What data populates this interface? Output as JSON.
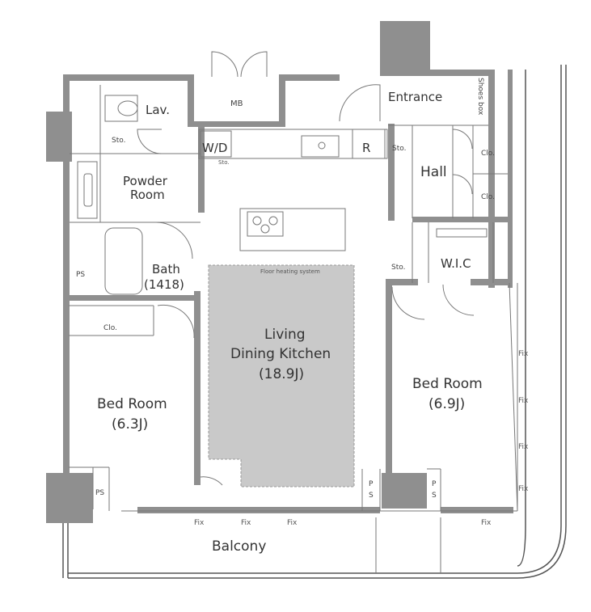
{
  "rooms": {
    "lav": "Lav.",
    "mb": "MB",
    "entrance": "Entrance",
    "shoes_box": "Shoes box",
    "sto": "Sto.",
    "wd": "W/D",
    "r": "R",
    "powder_room_line1": "Powder",
    "powder_room_line2": "Room",
    "hall": "Hall",
    "clo": "Clo.",
    "bath": "Bath",
    "bath_size": "(1418)",
    "ps": "PS",
    "wic": "W.I.C",
    "floor_heating": "Floor heating system",
    "living_line1": "Living",
    "living_line2": "Dining Kitchen",
    "living_size": "(18.9J)",
    "bed_left": "Bed Room",
    "bed_left_size": "(6.3J)",
    "bed_right": "Bed Room",
    "bed_right_size": "(6.9J)",
    "balcony": "Balcony",
    "fix": "Fix",
    "p": "P",
    "s": "S"
  }
}
